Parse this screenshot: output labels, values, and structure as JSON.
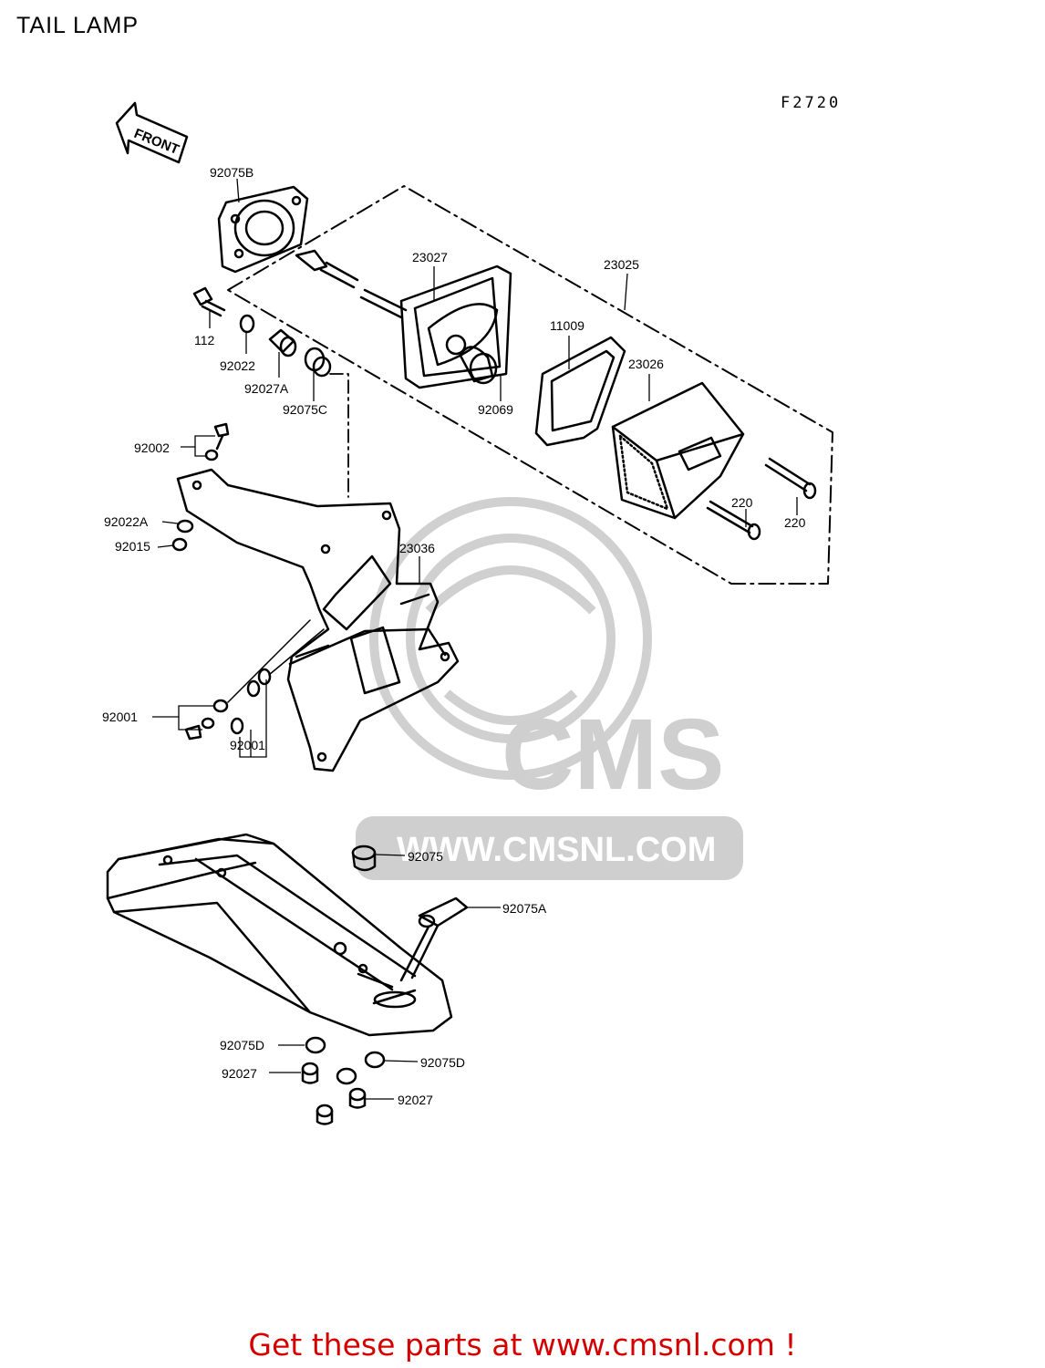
{
  "header": {
    "title": "TAIL LAMP",
    "drawing_code": "F2720"
  },
  "orientation": {
    "front_label": "FRONT"
  },
  "parts": [
    {
      "id": "92075B"
    },
    {
      "id": "23027"
    },
    {
      "id": "23025"
    },
    {
      "id": "112"
    },
    {
      "id": "92022"
    },
    {
      "id": "92027A"
    },
    {
      "id": "92075C"
    },
    {
      "id": "11009"
    },
    {
      "id": "92069"
    },
    {
      "id": "23026"
    },
    {
      "id": "92002"
    },
    {
      "id": "220"
    },
    {
      "id": "220"
    },
    {
      "id": "92022A"
    },
    {
      "id": "92015"
    },
    {
      "id": "23036"
    },
    {
      "id": "92001"
    },
    {
      "id": "92001"
    },
    {
      "id": "92075"
    },
    {
      "id": "92075A"
    },
    {
      "id": "92075D"
    },
    {
      "id": "92075D"
    },
    {
      "id": "92027"
    },
    {
      "id": "92027"
    }
  ],
  "watermark": {
    "brand": "CMS",
    "url": "WWW.CMSNL.COM",
    "color": "#c8c8c8"
  },
  "footer": {
    "text": "Get these parts at www.cmsnl.com !",
    "color": "#d40000"
  }
}
